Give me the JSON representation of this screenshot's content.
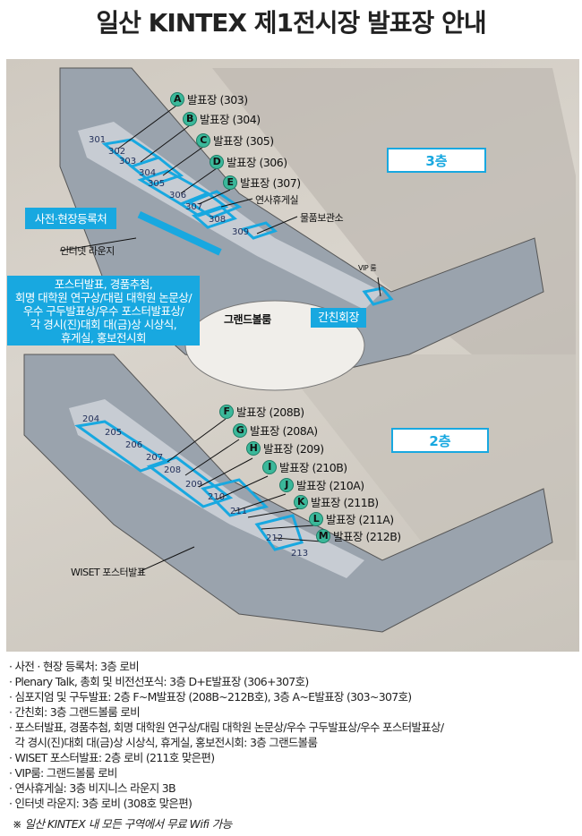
{
  "title": "일산 KINTEX 제1전시장 발표장 안내",
  "floor3": {
    "floor_label": "3층",
    "halls": [
      {
        "letter": "A",
        "label": "발표장 (303)"
      },
      {
        "letter": "B",
        "label": "발표장 (304)"
      },
      {
        "letter": "C",
        "label": "발표장 (305)"
      },
      {
        "letter": "D",
        "label": "발표장 (306)"
      },
      {
        "letter": "E",
        "label": "발표장 (307)"
      }
    ],
    "rooms": [
      "301",
      "302",
      "303",
      "304",
      "305",
      "306",
      "307",
      "308",
      "309"
    ],
    "speaker_lounge": "연사휴게실",
    "storage": "물품보관소",
    "registration": "사전·현장등록처",
    "internet_lounge": "인터넷 라운지",
    "vip_room": "VIP 룸",
    "poster_box": [
      "포스터발표, 경품추첨,",
      "회명 대학원 연구상/대림 대학원 논문상/",
      "우수 구두발표상/우수 포스터발표상/",
      "각 경시(진)대회 대(금)상 시상식,",
      "휴게실, 홍보전시회"
    ],
    "grand_ballroom": "그랜드볼룸",
    "reception": "간친회장"
  },
  "floor2": {
    "floor_label": "2층",
    "halls": [
      {
        "letter": "F",
        "label": "발표장 (208B)"
      },
      {
        "letter": "G",
        "label": "발표장 (208A)"
      },
      {
        "letter": "H",
        "label": "발표장 (209)"
      },
      {
        "letter": "I",
        "label": "발표장 (210B)"
      },
      {
        "letter": "J",
        "label": "발표장 (210A)"
      },
      {
        "letter": "K",
        "label": "발표장 (211B)"
      },
      {
        "letter": "L",
        "label": "발표장 (211A)"
      },
      {
        "letter": "M",
        "label": "발표장 (212B)"
      }
    ],
    "rooms": [
      "204",
      "205",
      "206",
      "207",
      "208",
      "209",
      "210",
      "211",
      "212",
      "213"
    ],
    "wiset": "WISET 포스터발표"
  },
  "info": [
    "· 사전 · 현장 등록처: 3층 로비",
    "· Plenary Talk, 총회 및 비전선포식: 3층 D+E발표장 (306+307호)",
    "· 심포지엄 및 구두발표: 2층 F~M발표장 (208B~212B호), 3층 A~E발표장 (303~307호)",
    "· 간친회: 3층 그랜드볼룸 로비",
    "· 포스터발표, 경품추첨, 회명 대학원 연구상/대림 대학원 논문상/우수 구두발표상/우수 포스터발표상/",
    "  각 경시(진)대회 대(금)상 시상식, 휴게실, 홍보전시회: 3층 그랜드볼룸",
    "· WISET 포스터발표: 2층 로비 (211호 맞은편)",
    "· VIP룸: 그랜드볼룸 로비",
    "· 연사휴게실: 3층 비지니스 라운지 3B",
    "· 인터넷 라운지: 3층 로비 (308호 맞은편)"
  ],
  "note": "※ 일산 KINTEX 내 모든 구역에서 무료 Wifi 가능",
  "colors": {
    "accent": "#18a8e0",
    "circle": "#3bb89a"
  }
}
